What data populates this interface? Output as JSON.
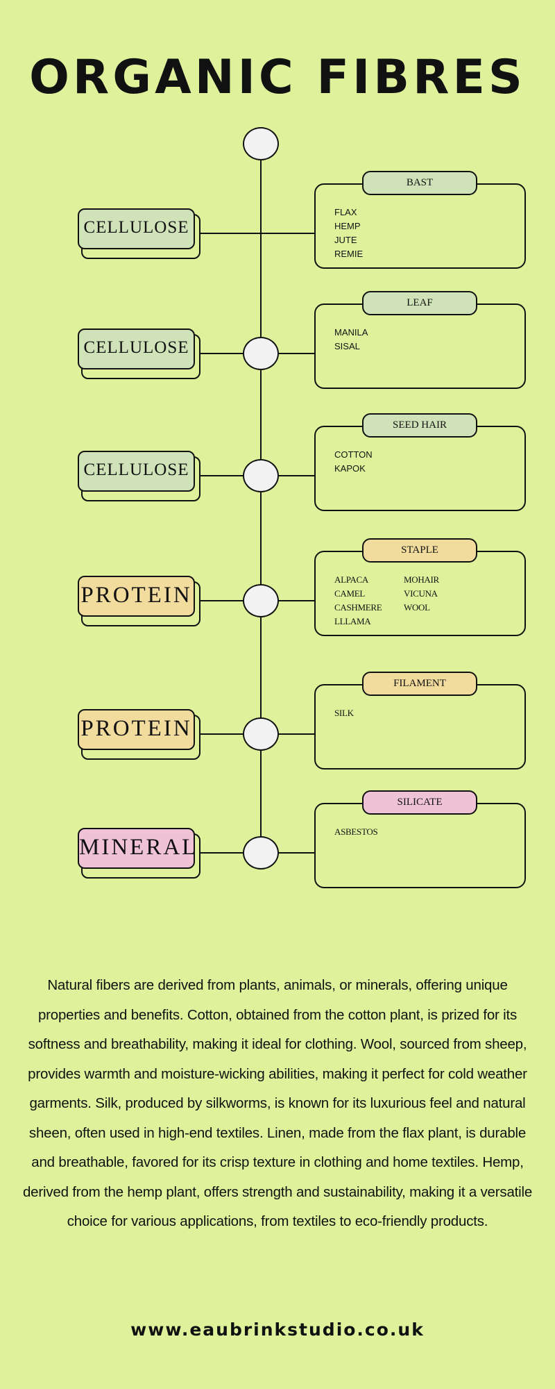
{
  "title": "ORGANIC FIBRES",
  "colors": {
    "background": "#dff29b",
    "cellulose": "#cfe2b8",
    "protein": "#f1dc9e",
    "mineral": "#efc2d6",
    "node": "#f2f2f2"
  },
  "rows": [
    {
      "label": "CELLULOSE",
      "kind": "cellulose",
      "category": "BAST",
      "items": [
        [
          "FLAX",
          "HEMP",
          "JUTE",
          "REMIE"
        ]
      ]
    },
    {
      "label": "CELLULOSE",
      "kind": "cellulose",
      "category": "LEAF",
      "items": [
        [
          "MANILA",
          "SISAL"
        ]
      ]
    },
    {
      "label": "CELLULOSE",
      "kind": "cellulose",
      "category": "SEED HAIR",
      "items": [
        [
          "COTTON",
          "KAPOK"
        ]
      ]
    },
    {
      "label": "PROTEIN",
      "kind": "protein",
      "category": "STAPLE",
      "items": [
        [
          "ALPACA",
          "CAMEL",
          "CASHMERE",
          "LLLAMA"
        ],
        [
          "MOHAIR",
          "VICUNA",
          "WOOL"
        ]
      ]
    },
    {
      "label": "PROTEIN",
      "kind": "protein",
      "category": "FILAMENT",
      "items": [
        [
          "SILK"
        ]
      ]
    },
    {
      "label": "MINERAL",
      "kind": "mineral",
      "category": "SILICATE",
      "items": [
        [
          "ASBESTOS"
        ]
      ]
    }
  ],
  "description": [
    "Natural fibers are derived from plants, animals, or minerals, offering unique",
    "properties and benefits. Cotton, obtained from the cotton plant, is prized for its",
    "softness and breathability, making it ideal for clothing. Wool, sourced from sheep,",
    "provides warmth and moisture-wicking abilities, making it perfect for cold weather",
    "garments. Silk, produced by silkworms, is known for its luxurious feel and natural",
    "sheen, often used in high-end textiles. Linen, made from the flax plant, is durable",
    "and breathable, favored for its crisp texture in clothing and home textiles. Hemp,",
    "derived from the hemp plant, offers strength and sustainability, making it a versatile",
    "choice for various applications, from textiles to eco-friendly products."
  ],
  "footer": "www.eaubrinkstudio.co.uk"
}
